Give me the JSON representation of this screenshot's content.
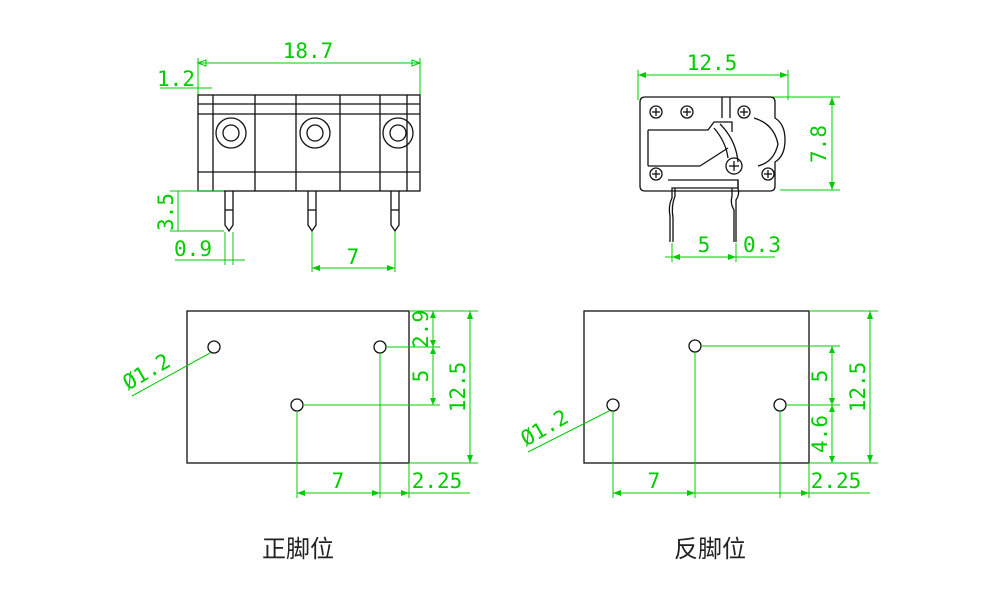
{
  "colors": {
    "dimension": "#00cc00",
    "outline": "#111111",
    "caption": "#222222"
  },
  "top_left": {
    "overall_width": "18.7",
    "edge_offset": "1.2",
    "pin_length": "3.5",
    "pin_width": "0.9",
    "pin_pitch": "7"
  },
  "top_right": {
    "body_width": "12.5",
    "body_height": "7.8",
    "pin_pitch": "5",
    "pin_width": "0.3"
  },
  "layout_front": {
    "hole_dia": "Ø1.2",
    "d_top": "2.9",
    "d_mid": "5",
    "d_total": "12.5",
    "d_pitch": "7",
    "d_edge": "2.25",
    "caption": "正脚位"
  },
  "layout_reverse": {
    "hole_dia": "Ø1.2",
    "d_mid": "5",
    "d_low": "4.6",
    "d_total": "12.5",
    "d_pitch": "7",
    "d_edge": "2.25",
    "caption": "反脚位"
  }
}
